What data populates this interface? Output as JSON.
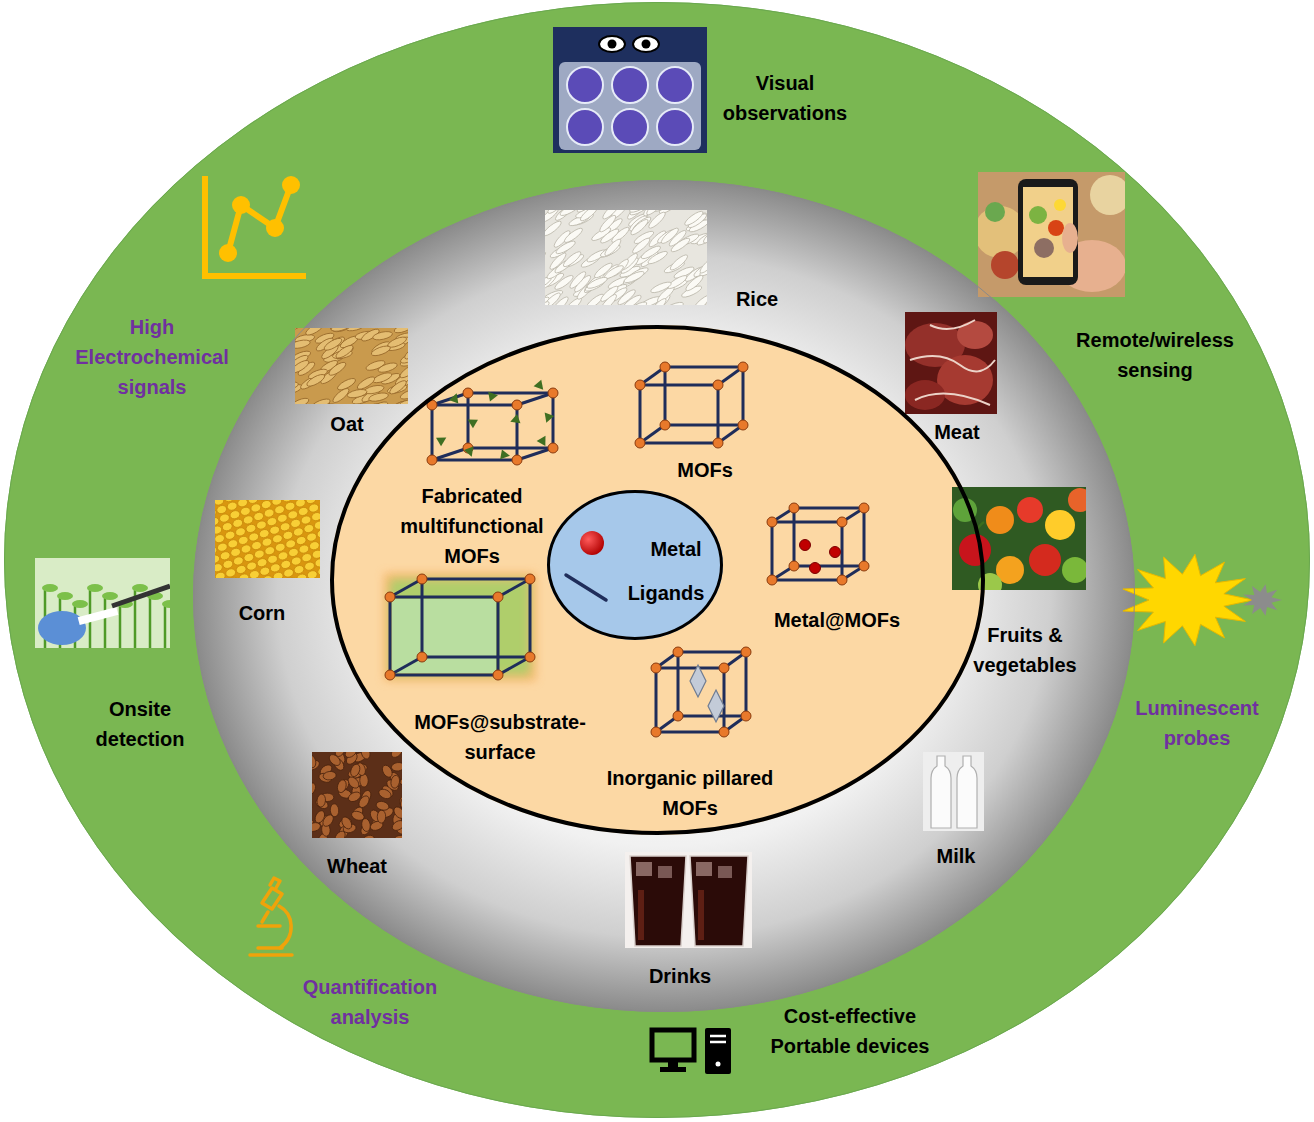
{
  "diagram": {
    "nodes": [
      {
        "text": [
          "Visual observations",
          "Remote/wireless sensing",
          "Luminescent probes",
          "Cost-effective Portable devices",
          "Quantification analysis",
          "Onsite detection",
          "High Electrochemical signals"
        ]
      },
      {
        "text": [
          "Rice",
          "Meat",
          "Fruits & vegetables",
          "Milk",
          "Drinks",
          "Wheat",
          "Corn",
          "Oat"
        ],
        "in": 0
      },
      {
        "text": [
          "MOFs",
          "Metal@MOFs",
          "Inorganic pillared MOFs",
          "MOFs@substrate-surface",
          "Fabricated multifunctional MOFs"
        ],
        "in": 1
      },
      {
        "text": [
          "Metal",
          "Ligands"
        ],
        "in": 2
      }
    ]
  }
}
